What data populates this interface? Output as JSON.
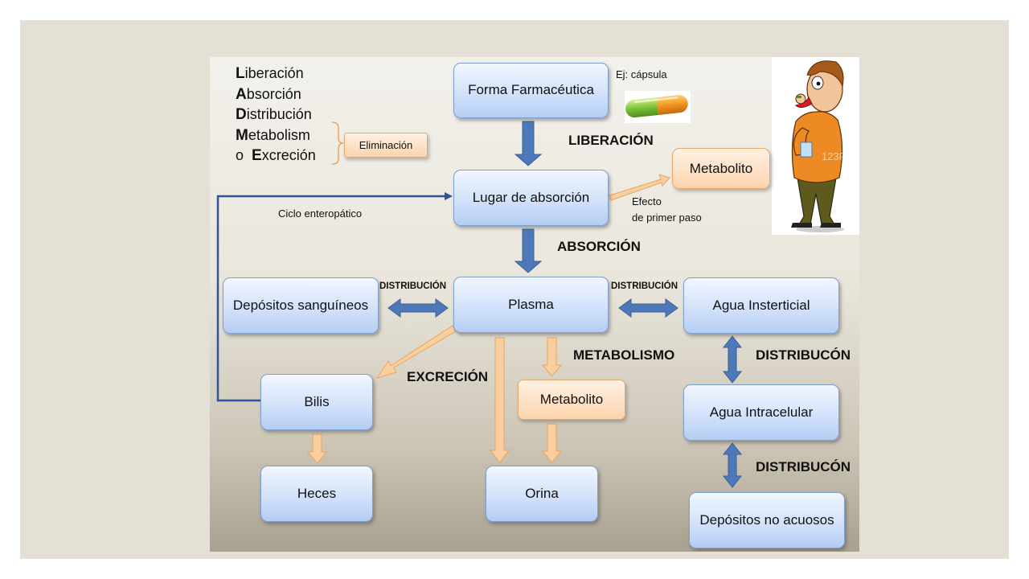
{
  "ladme": {
    "line1": {
      "initial": "L",
      "rest": "iberación"
    },
    "line2": {
      "initial": "A",
      "rest": "bsorción"
    },
    "line3": {
      "initial": "D",
      "rest": "istribución"
    },
    "line4": {
      "initial": "M",
      "rest": "etabolism"
    },
    "line5": {
      "pre": "o ",
      "initial": "E",
      "rest": "xcreción"
    }
  },
  "eliminacion": "Eliminación",
  "example_label": "Ej: cápsula",
  "boxes": {
    "forma": "Forma Farmacéutica",
    "lugar": "Lugar de absorción",
    "metabolito_top": "Metabolito",
    "plasma": "Plasma",
    "depositos_sanguineos": "Depósitos sanguíneos",
    "agua_intersticial": "Agua Insterticial",
    "agua_intracelular": "Agua Intracelular",
    "depositos_no_acuosos": "Depósitos no acuosos",
    "bilis": "Bilis",
    "heces": "Heces",
    "metabolito_mid": "Metabolito",
    "orina": "Orina"
  },
  "labels": {
    "liberacion": "LIBERACIÓN",
    "absorcion": "ABSORCIÓN",
    "distribucion_left": "DISTRIBUCIÓN",
    "distribucion_right": "DISTRIBUCIÓN",
    "distribucion_2": "DISTRIBUCÓN",
    "distribucion_3": "DISTRIBUCÓN",
    "metabolismo": "METABOLISMO",
    "excrecion": "EXCRECIÓN",
    "ciclo": "Ciclo enteropático",
    "efecto_1": "Efecto",
    "efecto_2": "de primer paso"
  },
  "watermark": "123RF",
  "colors": {
    "blue_arrow": "#4e79b8",
    "orange_arrow": "#f9cf9f",
    "box_border": "#7f9fcf",
    "orange_box": "#fcd4ad"
  },
  "icons": {
    "capsule": "capsule-icon",
    "person": "man-taking-medicine-illustration"
  }
}
